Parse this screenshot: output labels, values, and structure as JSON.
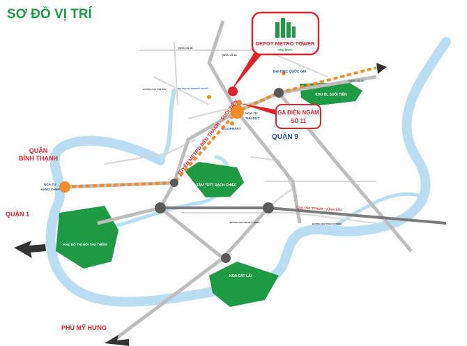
{
  "title": "SƠ ĐỒ VỊ TRÍ",
  "logo": {
    "name": "DEPOT METRO TOWER",
    "sub": "THỦ ĐỨC"
  },
  "labels": {
    "ql1k": "QUỐC LỘ 1K",
    "ql1a_top": "QUỐC LỘ 1A",
    "ql1a_right": "QUỐC LỘ 1A",
    "dhqg": "ĐẠI HỌC QUỐC GIA",
    "suoitien": "KHU DL SUỐI TIÊN",
    "ga": [
      "GA ĐIỆN NGẦM",
      "SỐ 11"
    ],
    "ngatu_td": [
      "NGÃ TƯ",
      "THỦ ĐỨC"
    ],
    "coop": "CO.OPMART",
    "quan9": "QUẬN 9",
    "metro": "TUYẾN METRO BẾN THÀNH - SUỐI TIÊN",
    "binhthanh": [
      "QUẬN",
      "BÌNH THẠNH"
    ],
    "hangxanh": [
      "NGÃ TƯ",
      "HÀNG XANH"
    ],
    "quan1": "QUẬN 1",
    "rachchiec": "TRUNG TÂM TDTT RẠCH CHIẾC",
    "caotoc": "CAO TỐC TPHCM - VŨNG TÀU",
    "ndt1": "ĐƯỜNG NGUYỄN DUY TRINH",
    "ndt2": "ĐƯỜNG NGUYỄN DUY TRINH",
    "thuthiem": "KHU ĐÔ THỊ MỚI THỦ THIÊM",
    "catlai": "KCN CÁT LÁI",
    "phumyhung": "PHÚ MỸ HƯNG",
    "spkt": "ĐẠI HỌC SƯ PHẠM KỸ THUẬT",
    "khavancan": "ĐƯỜNG KHA VẠN CÂN"
  },
  "colors": {
    "green": "#1f9a44",
    "red": "#e3232c",
    "orange": "#f28c28",
    "river": "#b9def2",
    "road": "#bdbdbd",
    "node": "#5a5a5a",
    "blue": "#2a4fa0"
  }
}
